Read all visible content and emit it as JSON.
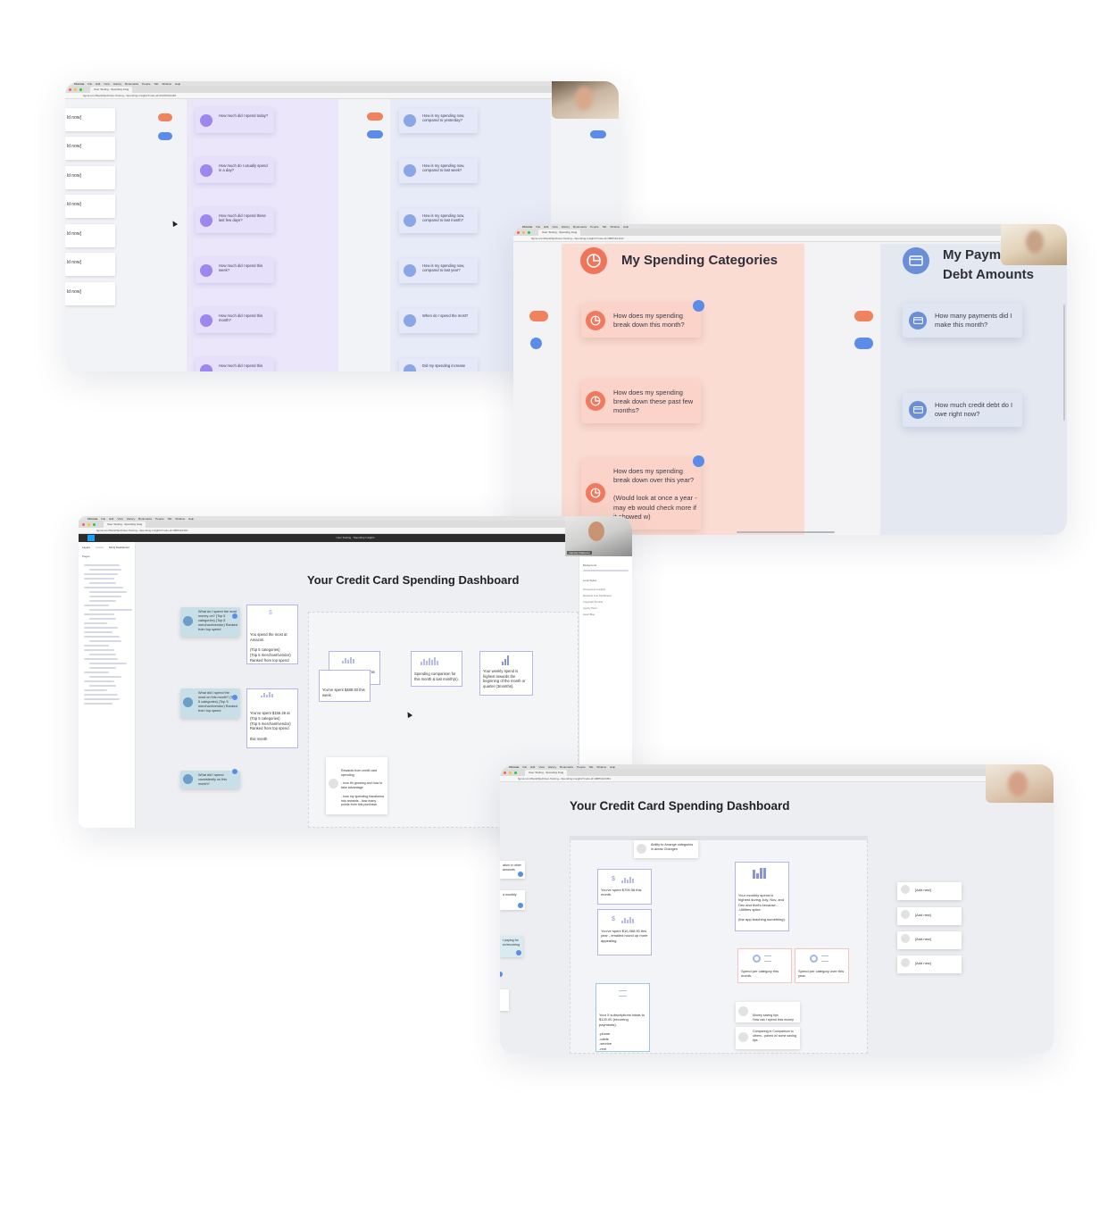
{
  "browser": {
    "menu": [
      "Chrome",
      "File",
      "Edit",
      "View",
      "History",
      "Bookmarks",
      "People",
      "Tab",
      "Window",
      "Help"
    ],
    "tab1": "User Testing - Spending Insig",
    "tab2": "User Testing - Spending Insig",
    "url1": "figma.com/file/aKfjud/User-Testing---Spending-Insights?node-id=1026%3A448",
    "url2": "figma.com/file/aKfjud/User-Testing---Spending-Insights?node-id=488%3A1141",
    "url3": "figma.com/file/aKfjud/User-Testing---Spending-Insights?node-id=488%3A360",
    "url4": "figma.com/file/aKfjud/User-Testing---Spending-Insights?node-id=488%3A3451",
    "figma_title": "User Testing - Spending Insights"
  },
  "shot1": {
    "stub": "ld now]",
    "purple_cards": [
      "How much did I spend today?",
      "How much do I usually spend in a day?",
      "How much did I spend these last few days?",
      "How much did I spend this week?",
      "How much did I spend this month?",
      "How much did I spend this"
    ],
    "blue_cards": [
      "How is my spending now, compared to yesterday?",
      "How is my spending now, compared to last week?",
      "How is my spending now, compared to last month?",
      "How is my spending now, compared to last year?",
      "When do I spend the most?",
      "Did my spending increase"
    ]
  },
  "shot2": {
    "title": "My Spending Categories",
    "title2a": "My Paym",
    "title2b": "Debt Amounts",
    "cards": [
      "How does my spending break down this month?",
      "How does my spending break down these past few months?",
      "How does my spending break down over this year?\n\n(Would look at once a year - may eb would check more if it showed w)"
    ],
    "blue_cards": [
      "How many payments did I make this month?",
      "How much credit debt do I owe right now?"
    ]
  },
  "shot3": {
    "title": "Your Credit Card Spending Dashboard",
    "layers": [
      "Layers",
      "Assets",
      "MCQ Dashboard"
    ],
    "pages": "Pages",
    "teal": [
      "What do I spend the most money on? (Top 5 categories) (Top 5 merchant/vendor) Ranked from top spend",
      "What did I spend the most on this month? (Top 5 categories) (Top 5 merchant/vendor) Ranked from top spend",
      "What did I spend consistently on this month?"
    ],
    "w1": "You spend the most at Amazon.\n\n(Top 5 categories)\n(Top 5 merchant/vendor)\nRanked from top spend",
    "w2": "You've spent $156.49 at\n(Top 5 categories)\n(Top 5 merchant/vendor)\nRanked from top spend\n\nthis month",
    "w3": "You've spent $709.58 this month.",
    "w4": "You've spent $489.93 this week.",
    "w5": "Spending comparison for this month & last month(s).",
    "w6": "Your weekly spend is highest towards the beginning of the month or quarter (3months).",
    "w7": "Rewards from credit card spending\n\n- how it's growing and how to take advantage\n\n- how my spending transforms into rewards - how many points from this purchase",
    "right_panel": [
      "Background",
      "Local Styles",
      "Grouped as Insights",
      "Rewards Line Dashboard",
      "Copyright Symbol",
      "Inquiry Point",
      "Heart Blue"
    ],
    "cam_name": "mancini Vladarexi"
  },
  "shot4": {
    "title": "Your Credit Card Spending Dashboard",
    "top_card": "Ability to Arrange categories in areas Changes",
    "c1": "You've spent $709.58 this month.",
    "c2": "You've spent $10,468.00 this year - emailed round up more appealing.",
    "c3": "Your monthly spend is highest during July, Nov, and Dec and that's because...\n-Utilities spike\n...\n(the app teaching something).",
    "c4": "Spend per category this month.",
    "c5": "Spend per category over this year.",
    "c6": "Your 5 subscriptions totals to $120.00 (recurring payments).\n\n-plume\n-cable\n-service\n-rent",
    "c7": "Money saving tips\nHow can I spend less money",
    "c8": "Comparing in Comparison to others - paired w/ some saving tips",
    "left": [
      "ation in other amounts",
      "a monthly",
      "t paying for ex/recurring"
    ],
    "addnew": "[Add new]"
  }
}
